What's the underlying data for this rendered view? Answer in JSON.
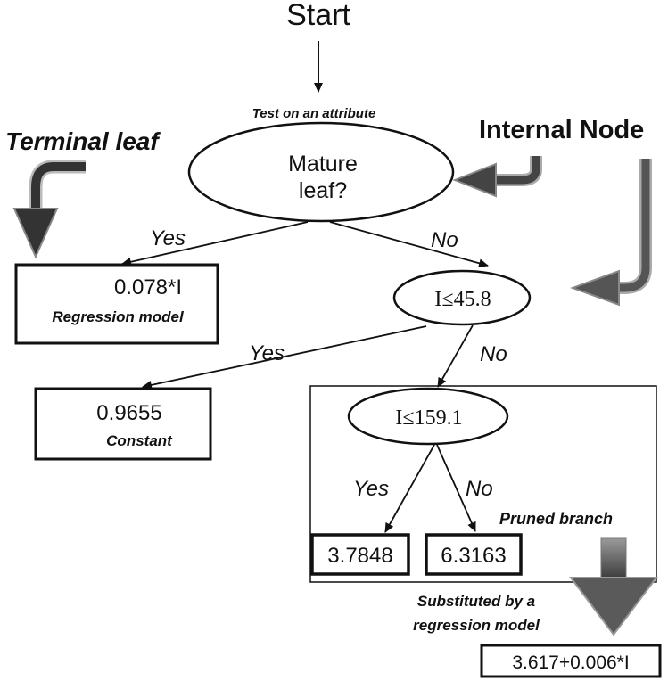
{
  "start_label": "Start",
  "root": {
    "caption": "Test on an attribute",
    "line1": "Mature",
    "line2": "leaf?"
  },
  "callouts": {
    "terminal_leaf": "Terminal leaf",
    "internal_node": "Internal Node",
    "pruned_branch": "Pruned branch",
    "substituted_line1": "Substituted by a",
    "substituted_line2": "regression model"
  },
  "node_i458": {
    "label": "I≤45.8"
  },
  "node_i1591": {
    "label": "I≤159.1"
  },
  "leaf_regression": {
    "value": "0.078*I",
    "caption": "Regression  model"
  },
  "leaf_constant": {
    "value": "0.9655",
    "caption": "Constant"
  },
  "leaf_a": {
    "value": "3.7848"
  },
  "leaf_b": {
    "value": "6.3163"
  },
  "leaf_final": {
    "value": "3.617+0.006*I"
  },
  "edges": {
    "root_yes": "Yes",
    "root_no": "No",
    "i458_yes": "Yes",
    "i458_no": "No",
    "i1591_yes": "Yes",
    "i1591_no": "No"
  },
  "colors": {
    "ink": "#111111",
    "shade": "#555555",
    "shade_light": "#8a8a8a"
  }
}
